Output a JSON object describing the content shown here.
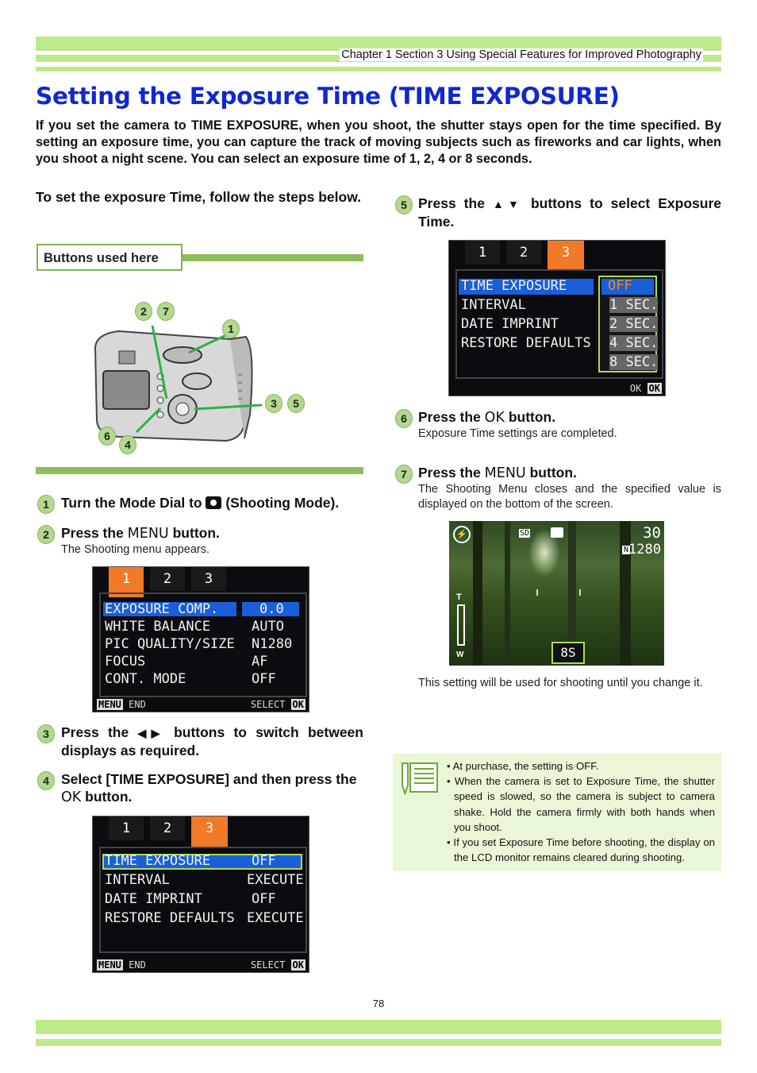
{
  "header": {
    "chapter": "Chapter 1 Section 3 Using Special Features for Improved Photography"
  },
  "title": "Setting the Exposure Time (TIME EXPOSURE)",
  "intro": "If you set the camera to TIME EXPOSURE, when you shoot, the shutter stays open for the time specified. By setting an exposure time, you can capture the track of moving subjects such as fireworks and car lights, when you shoot a night scene. You can select an exposure time of 1, 2, 4 or 8 seconds.",
  "lead": "To set the exposure Time, follow the steps below.",
  "buttons_label": "Buttons used here",
  "camera_callouts": [
    "2",
    "7",
    "1",
    "3",
    "5",
    "6",
    "4"
  ],
  "steps": [
    {
      "num": "1",
      "pre": "Turn the Mode Dial to",
      "post": "(Shooting Mode).",
      "body": ""
    },
    {
      "num": "2",
      "pre": "Press the",
      "key": "MENU",
      "post": "button.",
      "body": "The Shooting menu appears."
    },
    {
      "num": "3",
      "pre": "Press the",
      "post": "buttons to switch between displays as required.",
      "body": ""
    },
    {
      "num": "4",
      "pre": "Select [TIME EXPOSURE] and then press the",
      "key": "OK",
      "post": "button.",
      "body": ""
    },
    {
      "num": "5",
      "pre": "Press the",
      "post": "buttons to select Exposure Time.",
      "body": ""
    },
    {
      "num": "6",
      "pre": "Press the",
      "key": "OK",
      "post": "button.",
      "body": "Exposure Time settings are completed."
    },
    {
      "num": "7",
      "pre": "Press the",
      "key": "MENU",
      "post": "button.",
      "body": "The Shooting Menu closes and the specified value is displayed on the bottom of the screen."
    }
  ],
  "screen1": {
    "tabs": [
      "1",
      "2",
      "3"
    ],
    "rows": [
      {
        "label": "EXPOSURE COMP.",
        "value": "0.0"
      },
      {
        "label": "WHITE BALANCE",
        "value": "AUTO"
      },
      {
        "label": "PIC QUALITY/SIZE",
        "value": "N1280"
      },
      {
        "label": "FOCUS",
        "value": "AF"
      },
      {
        "label": "CONT. MODE",
        "value": "OFF"
      }
    ],
    "foot_left": "END",
    "foot_right": "SELECT",
    "menu_key": "MENU",
    "ok_key": "OK"
  },
  "screen2": {
    "tabs": [
      "1",
      "2",
      "3"
    ],
    "rows": [
      {
        "label": "TIME EXPOSURE",
        "value": "OFF"
      },
      {
        "label": "INTERVAL",
        "value": "EXECUTE"
      },
      {
        "label": "DATE IMPRINT",
        "value": "OFF"
      },
      {
        "label": "RESTORE DEFAULTS",
        "value": "EXECUTE"
      }
    ],
    "foot_left": "END",
    "foot_right": "SELECT",
    "menu_key": "MENU",
    "ok_key": "OK"
  },
  "screen3": {
    "tabs": [
      "1",
      "2",
      "3"
    ],
    "rows": [
      "TIME EXPOSURE",
      "INTERVAL",
      "DATE IMPRINT",
      "RESTORE DEFAULTS"
    ],
    "options": [
      "OFF",
      "1 SEC.",
      "2 SEC.",
      "4 SEC.",
      "8 SEC."
    ],
    "foot_ok": "OK",
    "ok_key": "OK"
  },
  "screen4": {
    "count": "30",
    "size": "1280",
    "sd": "SD",
    "n": "N",
    "zoom_t": "T",
    "zoom_w": "W",
    "exposure": "8S"
  },
  "after_note": "This setting will be used for shooting until you change it.",
  "note": {
    "items": [
      "At purchase, the setting is OFF.",
      "When the camera is set to Exposure Time, the shutter speed is slowed, so the camera is subject to camera shake. Hold the camera firmly with both hands when you shoot.",
      "If you set Exposure Time before shooting, the display on the LCD monitor remains cleared during shooting."
    ]
  },
  "page_number": "78",
  "colors": {
    "green_bar": "#bdea8a",
    "title_blue": "#1028d0",
    "note_bg": "#e9f7d7",
    "tab_orange": "#f07a28",
    "select_blue": "#1a5fd8"
  }
}
